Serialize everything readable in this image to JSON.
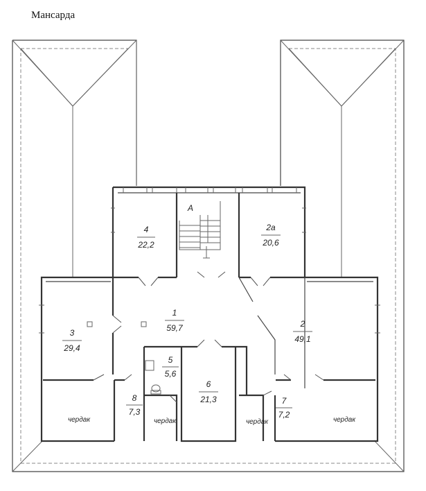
{
  "title": "Мансарда",
  "stair_label": "A",
  "stair_mark": "I",
  "rooms": [
    {
      "num": "4",
      "area": "22,2"
    },
    {
      "num": "2а",
      "area": "20,6"
    },
    {
      "num": "1",
      "area": "59,7"
    },
    {
      "num": "3",
      "area": "29,4"
    },
    {
      "num": "2",
      "area": "49,1"
    },
    {
      "num": "5",
      "area": "5,6"
    },
    {
      "num": "6",
      "area": "21,3"
    },
    {
      "num": "8",
      "area": "7,3"
    },
    {
      "num": "7",
      "area": "7,2"
    }
  ],
  "attic_label": "чердак"
}
